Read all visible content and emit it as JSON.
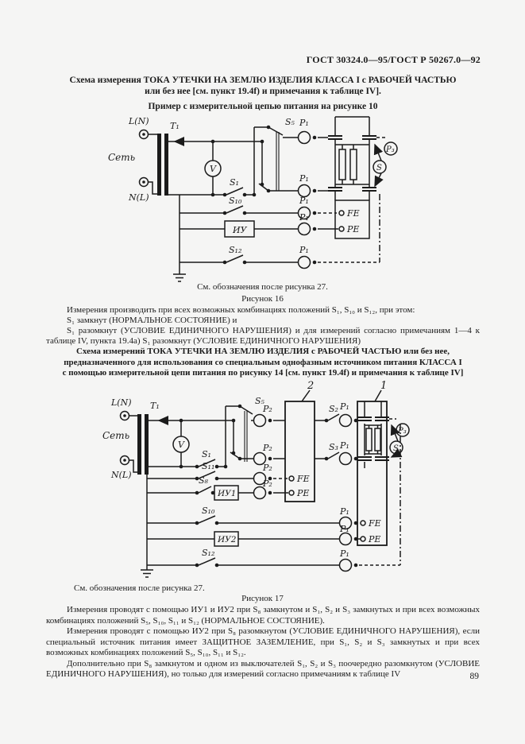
{
  "page": {
    "header": "ГОСТ 30324.0—95/ГОСТ Р 50267.0—92",
    "page_number": "89"
  },
  "figure16": {
    "title_line1": "Схема измерения ТОКА УТЕЧКИ НА ЗЕМЛЮ ИЗДЕЛИЯ КЛАССА I с РАБОЧЕЙ ЧАСТЬЮ",
    "title_line2": "или без нее [см. пункт 19.4f) и примечания к таблице IV].",
    "subtitle": "Пример с измерительной цепью питания на рисунке 10",
    "see_note": "См. обозначения после рисунка 27.",
    "caption": "Рисунок 16",
    "notes": [
      "Измерения производить при всех возможных комбинациях положений S₁, S₁₀ и S₁₂, при этом:",
      "S₁ замкнут (НОРМАЛЬНОЕ СОСТОЯНИЕ) и",
      "S₁ разомкнут (УСЛОВИЕ ЕДИНИЧНОГО НАРУШЕНИЯ) и для измерений согласно примечаниям 1—4 к таблице IV, пункта 19.4а) S₁ разомкнут (УСЛОВИЕ ЕДИНИЧНОГО НАРУШЕНИЯ)"
    ],
    "labels": {
      "l_n": "L(N)",
      "mains": "Сеть",
      "n_l": "N(L)",
      "t1": "T₁",
      "v": "V",
      "s5": "S₅",
      "s1": "S₁",
      "s10": "S₁₀",
      "s12": "S₁₂",
      "iu": "ИУ",
      "p1": "P₁",
      "p3": "P₃",
      "s": "S",
      "fe": "FE",
      "pe": "PE"
    }
  },
  "figure17": {
    "title_line1": "Схема измерений ТОКА УТЕЧКИ НА ЗЕМЛЮ ИЗДЕЛИЯ с РАБОЧЕЙ ЧАСТЬЮ или без нее,",
    "title_line2": "предназначенного для использования со специальным однофазным источником питания КЛАССА I",
    "title_line3": "с помощью измерительной цепи питания по рисунку 14 [см. пункт 19.4f) и примечания к таблице IV]",
    "see_note": "См. обозначения после рисунка 27.",
    "caption": "Рисунок 17",
    "notes": [
      "Измерения проводят с помощью ИУ1 и ИУ2 при S₈ замкнутом и S₁, S₂ и S₃ замкнутых и при всех возможных комбинациях положений S₅, S₁₀, S₁₁ и S₁₂ (НОРМАЛЬНОЕ СОСТОЯНИЕ).",
      "Измерения проводят с помощью ИУ2 при S₈ разомкнутом (УСЛОВИЕ ЕДИНИЧНОГО НАРУШЕНИЯ), если специальный источник питания имеет ЗАЩИТНОЕ ЗАЗЕМЛЕНИЕ, при S₁, S₂ и S₃ замкнутых и при всех возможных комбинациях положений S₅, S₁₀, S₁₁ и S₁₂.",
      "Дополнительно при S₈ замкнутом и одном из выключателей S₁, S₂ и S₃ поочередно разомкнутом (УСЛОВИЕ ЕДИНИЧНОГО НАРУШЕНИЯ), но только для измерений согласно примечаниям к таблице IV"
    ],
    "labels": {
      "l_n": "L(N)",
      "mains": "Сеть",
      "n_l": "N(L)",
      "t1": "T₁",
      "v": "V",
      "s5": "S₅",
      "s1": "S₁",
      "s2": "S₂",
      "s3": "S₃",
      "s8": "S₈",
      "s10": "S₁₀",
      "s11": "S₁₁",
      "s12": "S₁₂",
      "iu1": "ИУ1",
      "iu2": "ИУ2",
      "p1": "P₁",
      "p2": "P₂",
      "p3": "P₃",
      "s": "S",
      "fe": "FE",
      "pe": "PE",
      "box1": "1",
      "box2": "2"
    }
  }
}
